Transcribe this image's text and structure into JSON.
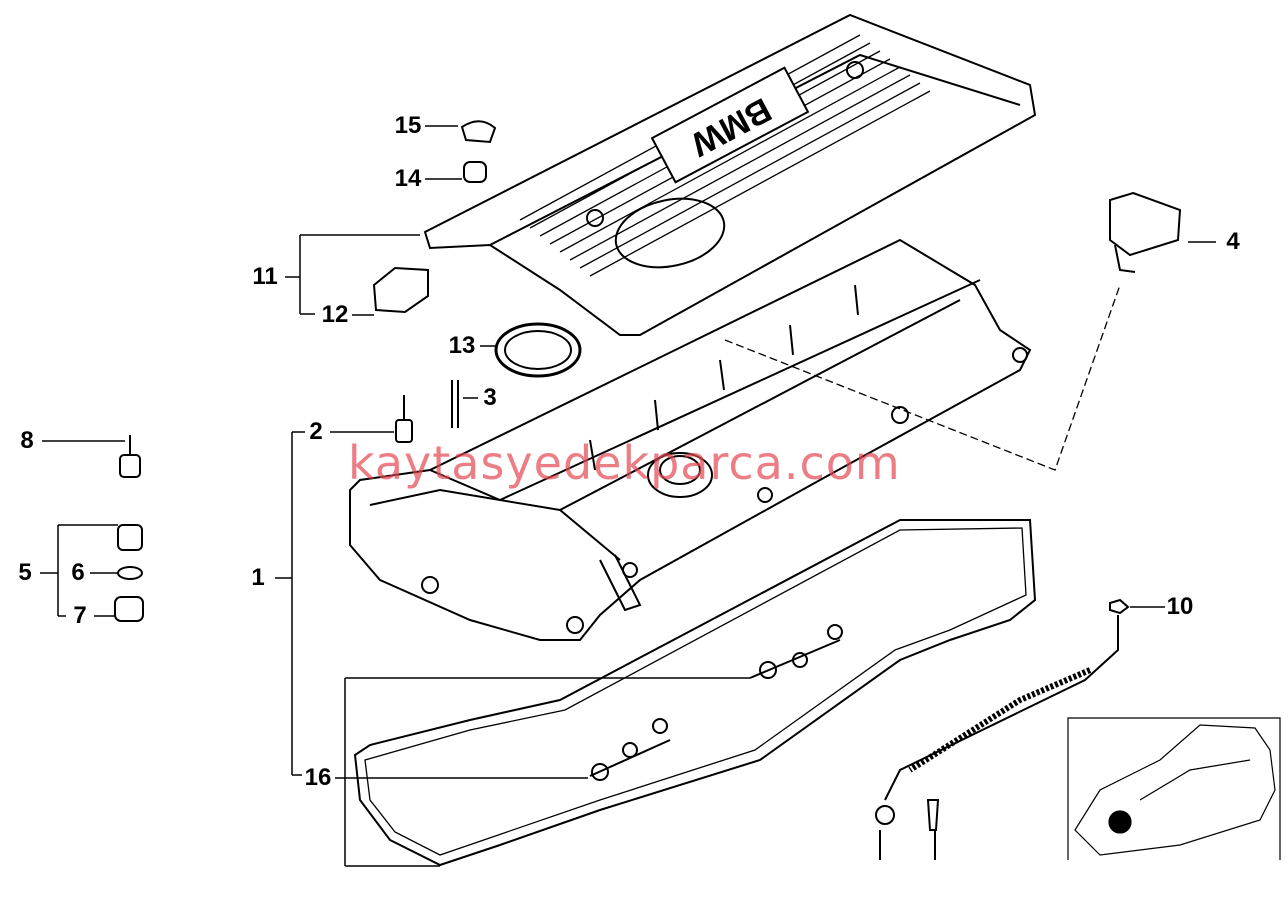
{
  "diagram": {
    "callouts": [
      "1",
      "2",
      "3",
      "4",
      "5",
      "6",
      "7",
      "8",
      "10",
      "11",
      "12",
      "13",
      "14",
      "15",
      "16"
    ],
    "cover_badge": "BMW",
    "watermark": "kaytasyedekparca.com",
    "watermark_color": "#e64650",
    "inset": "car-location-icon"
  }
}
